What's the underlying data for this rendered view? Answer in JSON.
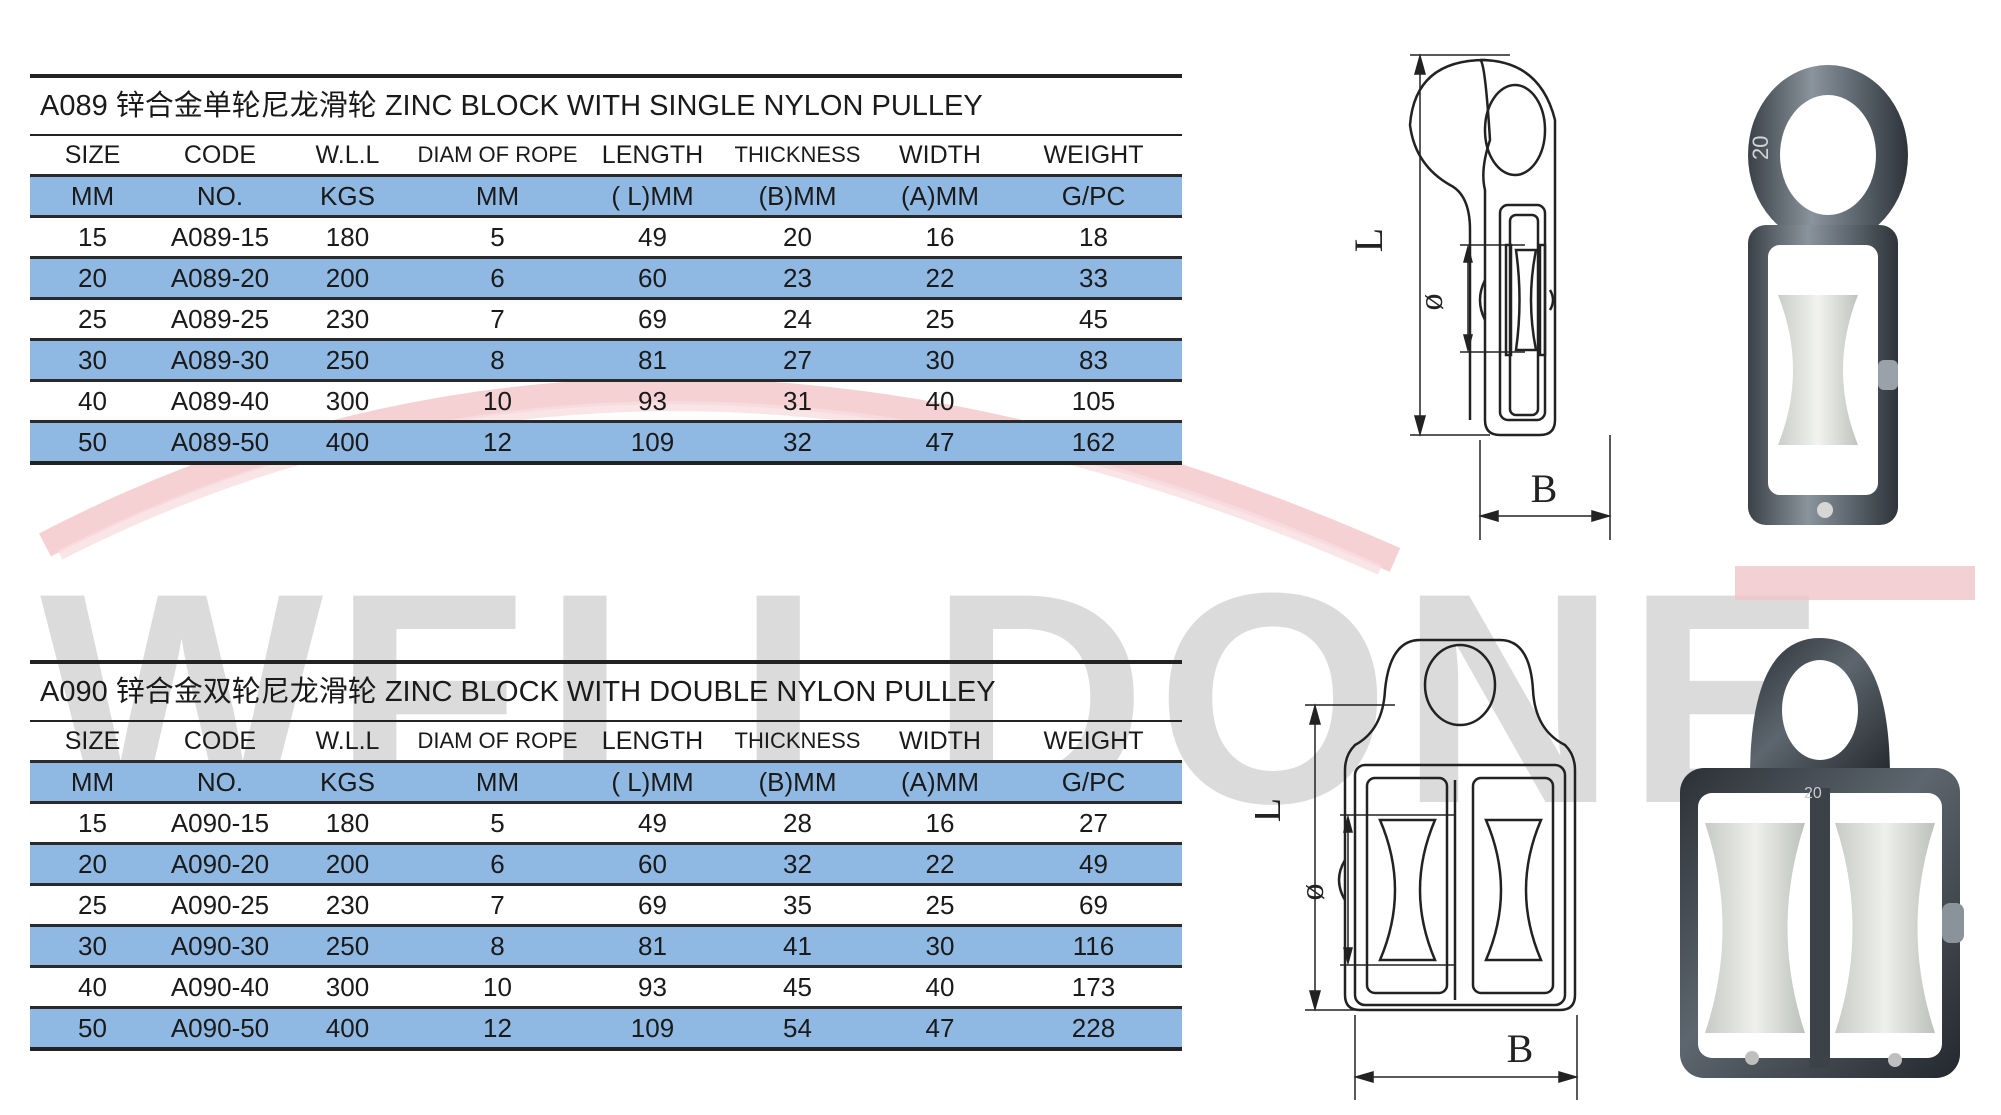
{
  "watermark": {
    "brand": "WELLDONE"
  },
  "tables": [
    {
      "title": "A089 锌合金单轮尼龙滑轮 ZINC  BLOCK WITH SINGLE NYLON PULLEY",
      "header1": [
        "SIZE",
        "CODE",
        "W.L.L",
        "DIAM OF ROPE",
        "LENGTH",
        "THICKNESS",
        "WIDTH",
        "WEIGHT"
      ],
      "header2": [
        "MM",
        "NO.",
        "KGS",
        "MM",
        "( L)MM",
        "(B)MM",
        "(A)MM",
        "G/PC"
      ],
      "rows": [
        [
          "15",
          "A089-15",
          "180",
          "5",
          "49",
          "20",
          "16",
          "18"
        ],
        [
          "20",
          "A089-20",
          "200",
          "6",
          "60",
          "23",
          "22",
          "33"
        ],
        [
          "25",
          "A089-25",
          "230",
          "7",
          "69",
          "24",
          "25",
          "45"
        ],
        [
          "30",
          "A089-30",
          "250",
          "8",
          "81",
          "27",
          "30",
          "83"
        ],
        [
          "40",
          "A089-40",
          "300",
          "10",
          "93",
          "31",
          "40",
          "105"
        ],
        [
          "50",
          "A089-50",
          "400",
          "12",
          "109",
          "32",
          "47",
          "162"
        ]
      ]
    },
    {
      "title": "A090 锌合金双轮尼龙滑轮 ZINC  BLOCK WITH DOUBLE NYLON PULLEY",
      "header1": [
        "SIZE",
        "CODE",
        "W.L.L",
        "DIAM OF ROPE",
        "LENGTH",
        "THICKNESS",
        "WIDTH",
        "WEIGHT"
      ],
      "header2": [
        "MM",
        "NO.",
        "KGS",
        "MM",
        "( L)MM",
        "(B)MM",
        "(A)MM",
        "G/PC"
      ],
      "rows": [
        [
          "15",
          "A090-15",
          "180",
          "5",
          "49",
          "28",
          "16",
          "27"
        ],
        [
          "20",
          "A090-20",
          "200",
          "6",
          "60",
          "32",
          "22",
          "49"
        ],
        [
          "25",
          "A090-25",
          "230",
          "7",
          "69",
          "35",
          "25",
          "69"
        ],
        [
          "30",
          "A090-30",
          "250",
          "8",
          "81",
          "41",
          "30",
          "116"
        ],
        [
          "40",
          "A090-40",
          "300",
          "10",
          "93",
          "45",
          "40",
          "173"
        ],
        [
          "50",
          "A090-50",
          "400",
          "12",
          "109",
          "54",
          "47",
          "228"
        ]
      ]
    }
  ],
  "drawings": {
    "dim_length": "L",
    "dim_diameter": "ø",
    "dim_thickness": "B",
    "stamp_single": "20",
    "stamp_double": "20"
  }
}
